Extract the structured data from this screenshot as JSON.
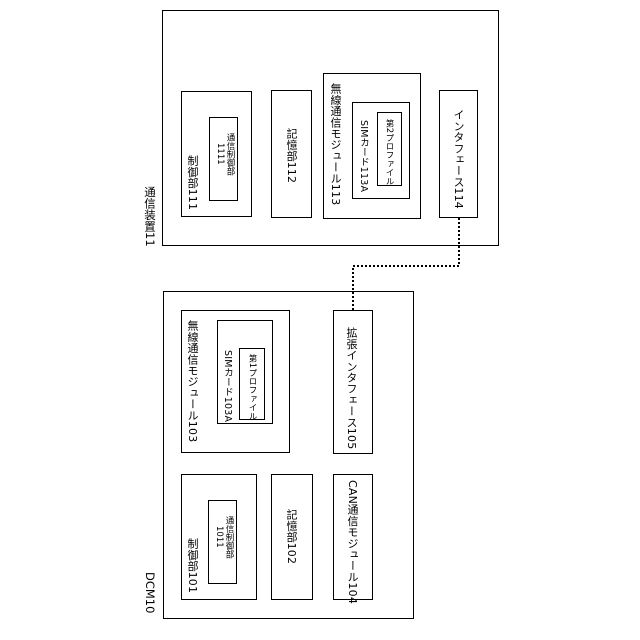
{
  "device11": {
    "title": "通信装置11",
    "control": {
      "label": "制御部111",
      "inner_line1": "通信制御部",
      "inner_line2": "1111"
    },
    "storage": {
      "label": "記憶部112"
    },
    "wireless": {
      "label": "無線通信モジュール113",
      "sim": "SIMカード113A",
      "profile": "第2プロファイル"
    },
    "interface": {
      "label": "インタフェース114"
    }
  },
  "dcm10": {
    "title": "DCM10",
    "wireless": {
      "label": "無線通信モジュール103",
      "sim": "SIMカード103A",
      "profile": "第1プロファイル"
    },
    "ext_interface": {
      "label": "拡張インタフェース105"
    },
    "control": {
      "label": "制御部101",
      "inner_line1": "通信制御部",
      "inner_line2": "1011"
    },
    "storage": {
      "label": "記憶部102"
    },
    "can": {
      "label": "CAN通信モジュール104"
    }
  },
  "connection": {
    "style": "dotted"
  }
}
